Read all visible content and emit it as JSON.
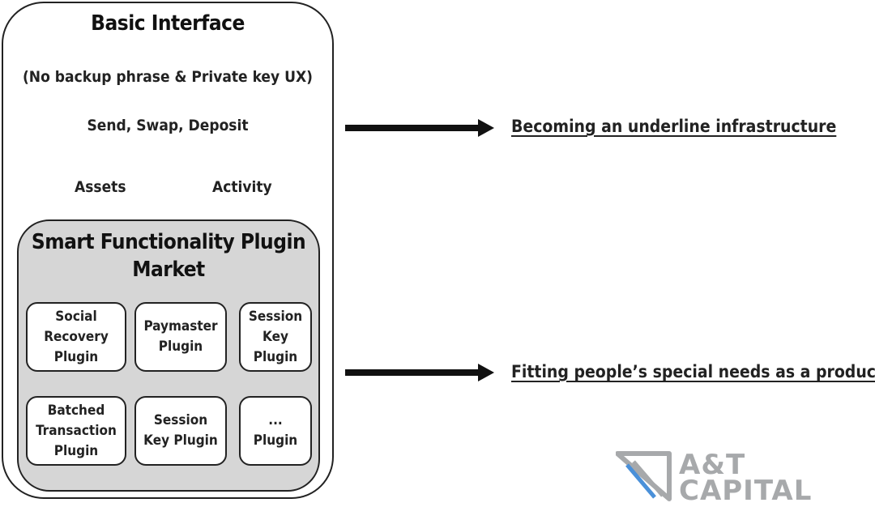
{
  "basic_interface": {
    "title": "Basic Interface",
    "subtitle": "(No backup phrase & Private key UX)",
    "actions": "Send,  Swap,  Deposit",
    "assets": "Assets",
    "activity": "Activity"
  },
  "plugin_market": {
    "title": "Smart Functionality Plugin\nMarket",
    "plugins": [
      {
        "label": "Social\nRecovery\nPlugin"
      },
      {
        "label": "Paymaster\nPlugin"
      },
      {
        "label": "Session\nKey\nPlugin"
      },
      {
        "label": "Batched\nTransaction\nPlugin"
      },
      {
        "label": "Session\nKey Plugin"
      },
      {
        "label": "...\nPlugin"
      }
    ]
  },
  "outcomes": {
    "top": "Becoming an underline infrastructure",
    "bottom": "Fitting people’s special needs as a product"
  },
  "logo": {
    "line1": "A&T",
    "line2": "CAPITAL"
  },
  "colors": {
    "inner_box": "#d6d6d6",
    "logo_gray": "#a7a9ab",
    "logo_blue": "#4a90d9"
  }
}
